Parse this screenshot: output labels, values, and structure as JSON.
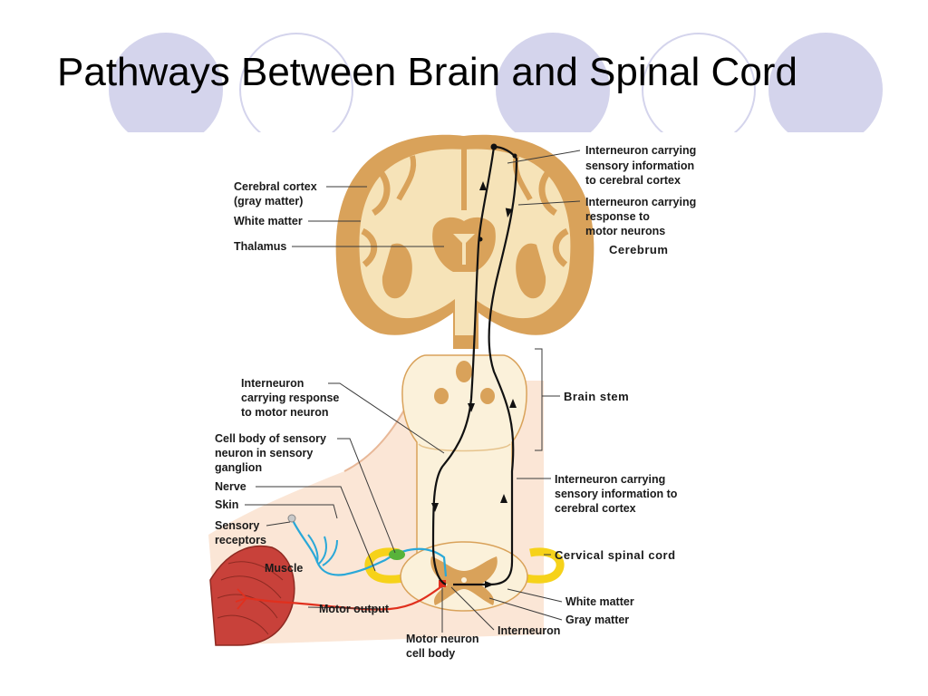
{
  "slide": {
    "title": "Pathways Between Brain and Spinal Cord"
  },
  "colors": {
    "accent_circle": "#d4d4ec",
    "brain_tan": "#d9a25a",
    "brain_light": "#f6e3b8",
    "cord_pale": "#fbf1da",
    "ganglion_yellow": "#f6d21a",
    "sensory_blue": "#2aa8d8",
    "motor_red": "#e0301e",
    "skin": "#f7d8c0",
    "muscle": "#c8413a"
  },
  "diagram": {
    "labels": {
      "cerebral_cortex": [
        "Cerebral cortex",
        "(gray matter)"
      ],
      "white_matter_brain": "White matter",
      "thalamus": "Thalamus",
      "interneuron_sensory_top": [
        "Interneuron carrying",
        "sensory information",
        "to cerebral cortex"
      ],
      "interneuron_response_top": [
        "Interneuron carrying",
        "response to",
        "motor neurons"
      ],
      "cerebrum": "Cerebrum",
      "interneuron_response_left": [
        "Interneuron",
        "carrying response",
        "to motor neuron"
      ],
      "brain_stem": "Brain stem",
      "cell_body_sensory": [
        "Cell body of sensory",
        "neuron in sensory",
        "ganglion"
      ],
      "nerve": "Nerve",
      "skin": "Skin",
      "sensory_receptors": [
        "Sensory",
        "receptors"
      ],
      "muscle": "Muscle",
      "interneuron_sensory_right": [
        "Interneuron carrying",
        "sensory information to",
        "cerebral cortex"
      ],
      "cervical_spinal_cord": "Cervical spinal cord",
      "motor_output": "Motor output",
      "white_matter_cord": "White matter",
      "gray_matter": "Gray matter",
      "interneuron": "Interneuron",
      "motor_neuron_cell_body": [
        "Motor neuron",
        "cell body"
      ]
    }
  }
}
